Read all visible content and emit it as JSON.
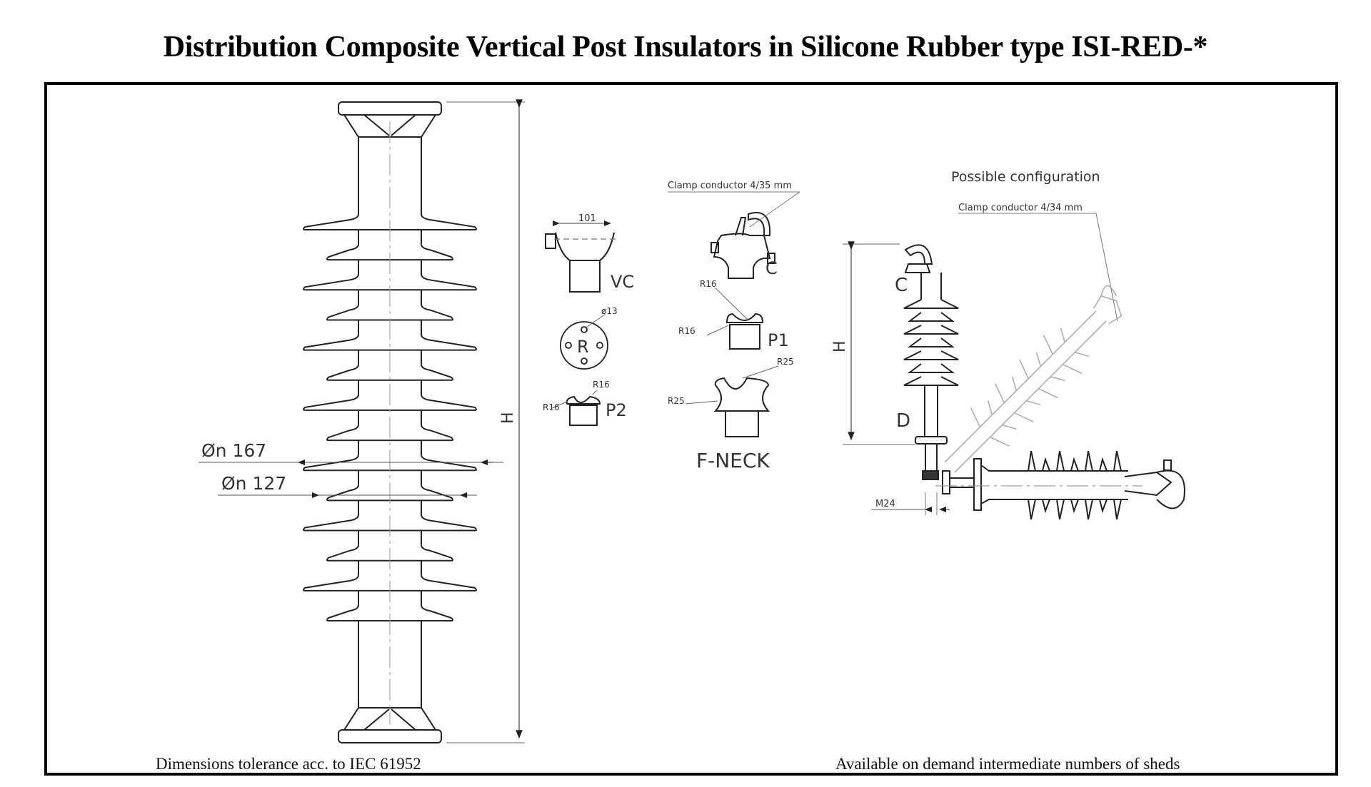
{
  "document": {
    "title": "Distribution Composite Vertical Post Insulators in Silicone Rubber type ISI-RED-*",
    "footer_left": "Dimensions tolerance acc. to IEC 61952",
    "footer_right": "Available on demand intermediate numbers of sheds"
  },
  "main_view": {
    "height_label": "H",
    "dia_large_label": "Øn 167",
    "dia_small_label": "Øn 127",
    "shed_count": 14
  },
  "fittings": {
    "vc": {
      "label": "VC",
      "width_dim": "101"
    },
    "r": {
      "label": "R",
      "hole_dim": "ø13"
    },
    "p2": {
      "label": "P2",
      "radius_a": "R16",
      "radius_b": "R16"
    },
    "c": {
      "label": "C",
      "clamp_note": "Clamp conductor 4/35 mm"
    },
    "p1": {
      "label": "P1",
      "radius_a": "R16",
      "radius_b": "R16"
    },
    "fneck": {
      "label": "F-NECK",
      "radius_a": "R25",
      "radius_b": "R25"
    }
  },
  "configuration": {
    "title": "Possible configuration",
    "clamp_note": "Clamp conductor 4/34 mm",
    "top_label": "C",
    "bottom_label": "D",
    "height_label": "H",
    "bolt_label": "M24"
  }
}
